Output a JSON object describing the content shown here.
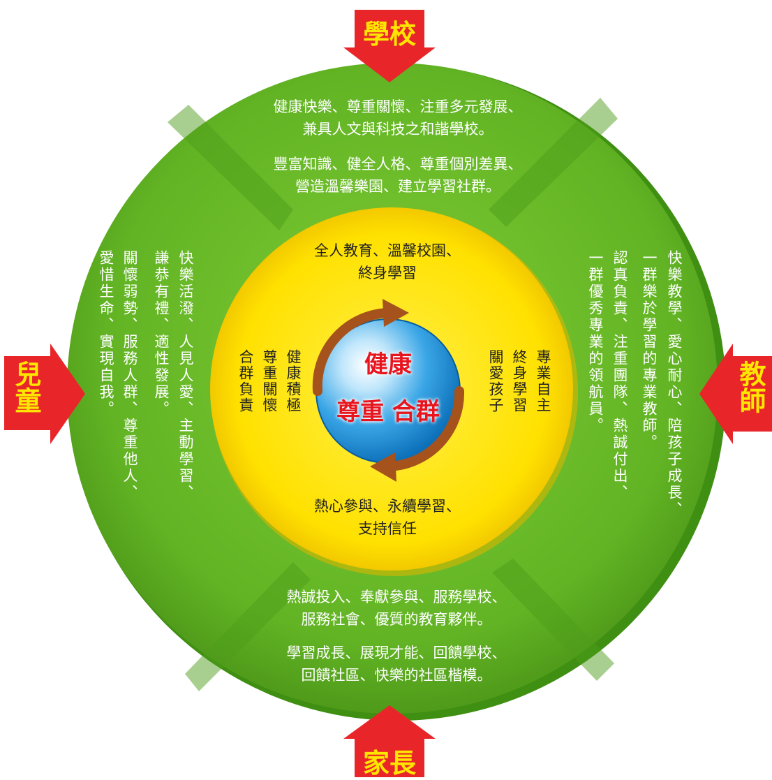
{
  "arrows": {
    "top": "學校",
    "left": "兒童",
    "right": "教師",
    "bottom": "家長"
  },
  "outer": {
    "school": {
      "p1_l1": "健康快樂、尊重關懷、注重多元發展、",
      "p1_l2": "兼具人文與科技之和諧學校。",
      "p2_l1": "豐富知識、健全人格、尊重個別差異、",
      "p2_l2": "營造溫馨樂園、建立學習社群。"
    },
    "children": {
      "c1": "快樂活潑、人見人愛、主動學習、",
      "c2": "謙恭有禮、適性發展。",
      "c3": "關懷弱勢、服務人群、尊重他人、",
      "c4": "愛惜生命、實現自我。"
    },
    "teachers": {
      "c1": "快樂教學、愛心耐心、陪孩子成長、",
      "c2": "一群樂於學習的專業教師。",
      "c3": "認真負責、注重團隊、熱誠付出、",
      "c4": "一群優秀專業的領航員。"
    },
    "parents": {
      "p1_l1": "熱誠投入、奉獻參與、服務學校、",
      "p1_l2": "服務社會、優質的教育夥伴。",
      "p2_l1": "學習成長、展現才能、回饋學校、",
      "p2_l2": "回饋社區、快樂的社區楷模。"
    }
  },
  "inner": {
    "top_l1": "全人教育、溫馨校園、",
    "top_l2": "終身學習",
    "bottom_l1": "熱心參與、永續學習、",
    "bottom_l2": "支持信任",
    "left": [
      "健康積極",
      "尊重關懷",
      "合群負責"
    ],
    "right": [
      "專業自主",
      "終身學習",
      "關愛孩子"
    ]
  },
  "core": {
    "line1": "健康",
    "line2": "尊重 合群"
  },
  "colors": {
    "outer_green": "#6cbd2b",
    "inner_yellow": "#ffe100",
    "arrow_red": "#e8262a",
    "arrow_text": "#ffe600",
    "core_text": "#e8151f",
    "globe_blue": "#1e8fd6"
  }
}
